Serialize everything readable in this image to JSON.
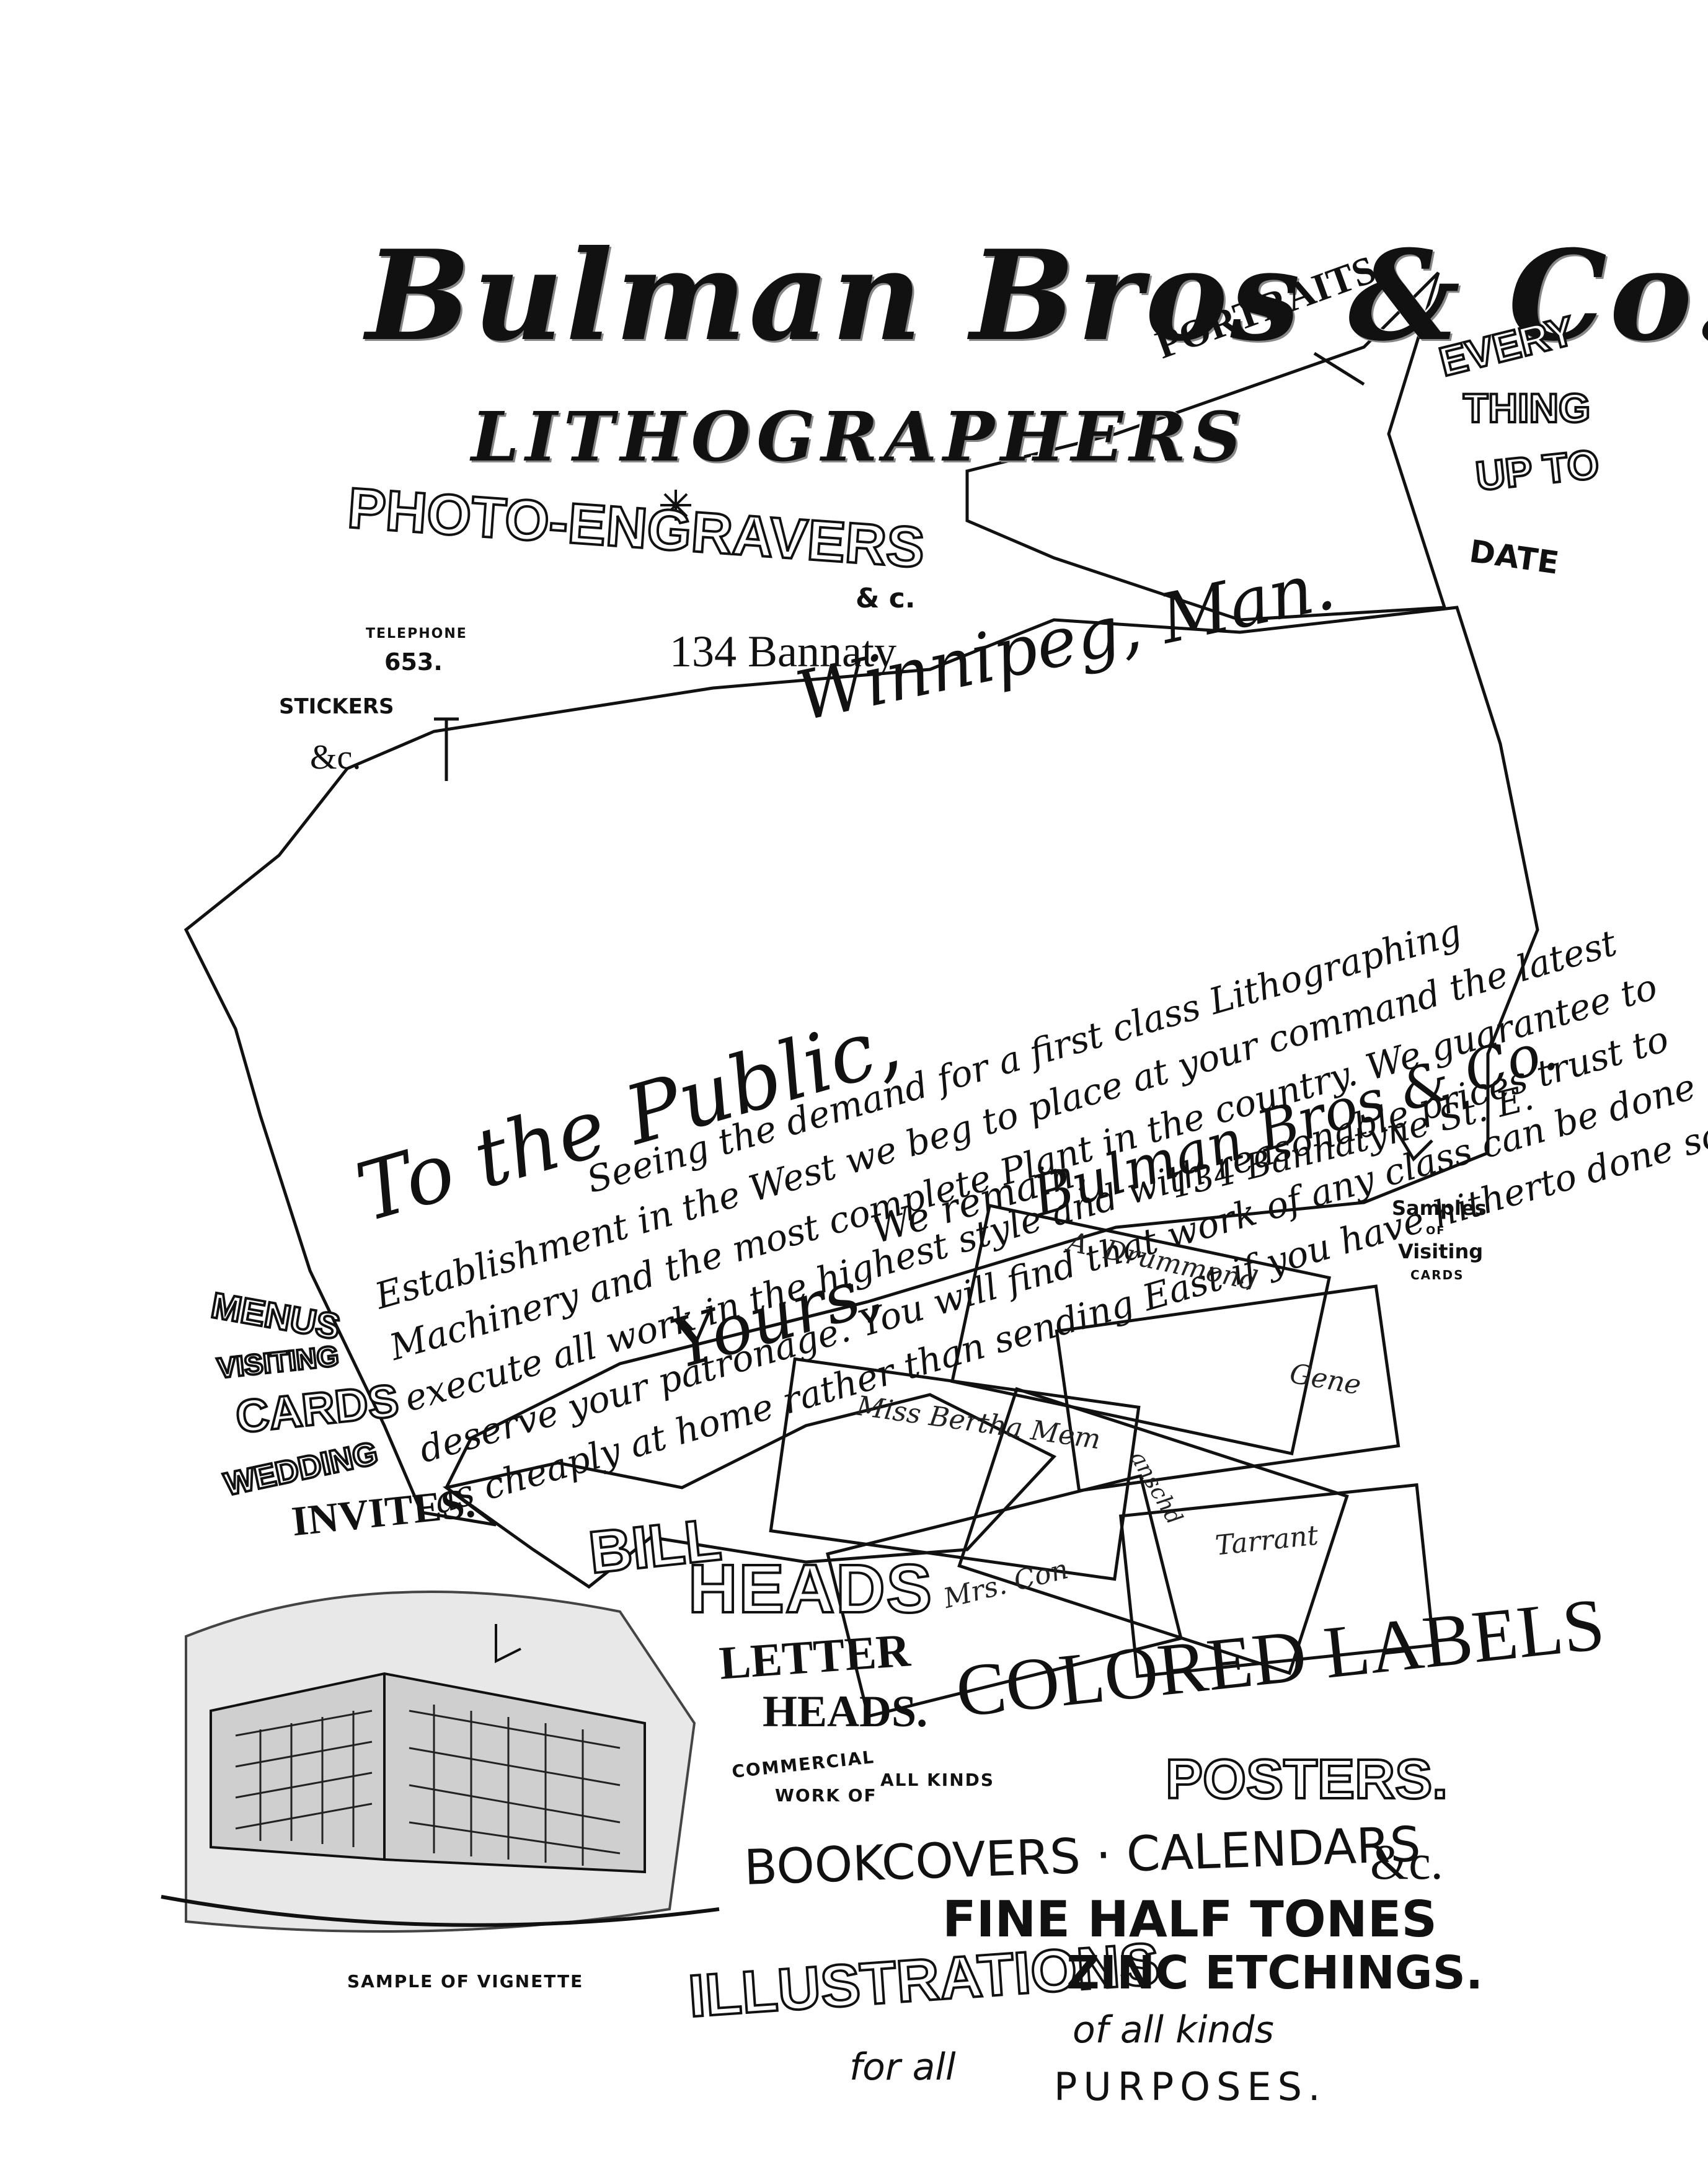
{
  "header": {
    "company_name": "Bulman Bros & Co.",
    "line_lithographers": "LITHOGRAPHERS",
    "line_photo_engravers": "PHOTO-ENGRAVERS",
    "and_co": "& c.",
    "telephone_label": "TELEPHONE",
    "telephone_number": "653.",
    "address_partial": "134 Bannaty",
    "city": "Winnipeg, Man."
  },
  "side_labels": {
    "portraits": "PORTRAITS",
    "everything_1": "EVERY",
    "everything_2": "THING",
    "everything_3": "UP TO",
    "everything_4": "DATE",
    "stickers_1": "STICKERS",
    "stickers_2": "&c.",
    "menus_1": "MENUS",
    "menus_2": "VISITING",
    "menus_3": "CARDS",
    "menus_4": "WEDDING",
    "menus_5": "INVITES.",
    "samples_1": "Samples",
    "samples_2": "OF",
    "samples_3": "Visiting",
    "samples_4": "CARDS"
  },
  "letter": {
    "salutation": "To the Public,",
    "line_1": "Seeing the demand for a first class Lithographing",
    "line_2": "Establishment in the West we beg to place at your command the latest",
    "line_3": "Machinery and the most complete Plant in the country. We guarantee to",
    "line_4": "execute all work in the highest style and with reasonable prices trust to",
    "line_5": "deserve your patronage. You will find that work of any class can be done",
    "line_6": "as cheaply at home rather than sending East if you have hitherto done so.",
    "closing_1": "We remain,",
    "closing_2": "Yours,",
    "signature": "Bulman Bros & Co.",
    "signature_address": "134 Bannatyne St. E."
  },
  "cards": {
    "card_1": "A. Drummond",
    "card_2": "Miss Bertha Mem",
    "card_3": "Gene",
    "card_4": "anschd",
    "card_5": "Mrs. Con",
    "card_6": "Tarrant"
  },
  "services": {
    "bill": "BILL",
    "heads": "HEADS",
    "letter": "LETTER",
    "letter_heads": "HEADS.",
    "commercial": "COMMERCIAL",
    "work_of_all_kinds_1": "WORK OF",
    "work_of_all_kinds_2": "ALL KINDS",
    "colored_labels": "COLORED LABELS",
    "posters": "POSTERS.",
    "bookcovers": "BOOKCOVERS · CALENDARS",
    "etc": "&c.",
    "fine_half_tones": "FINE HALF TONES",
    "illustrations": "ILLUSTRATIONS",
    "zinc_etchings": "ZINC ETCHINGS.",
    "of_all_kinds": "of all kinds",
    "for_all": "for all",
    "purposes": "PURPOSES."
  },
  "vignette": {
    "caption": "SAMPLE OF VIGNETTE"
  }
}
